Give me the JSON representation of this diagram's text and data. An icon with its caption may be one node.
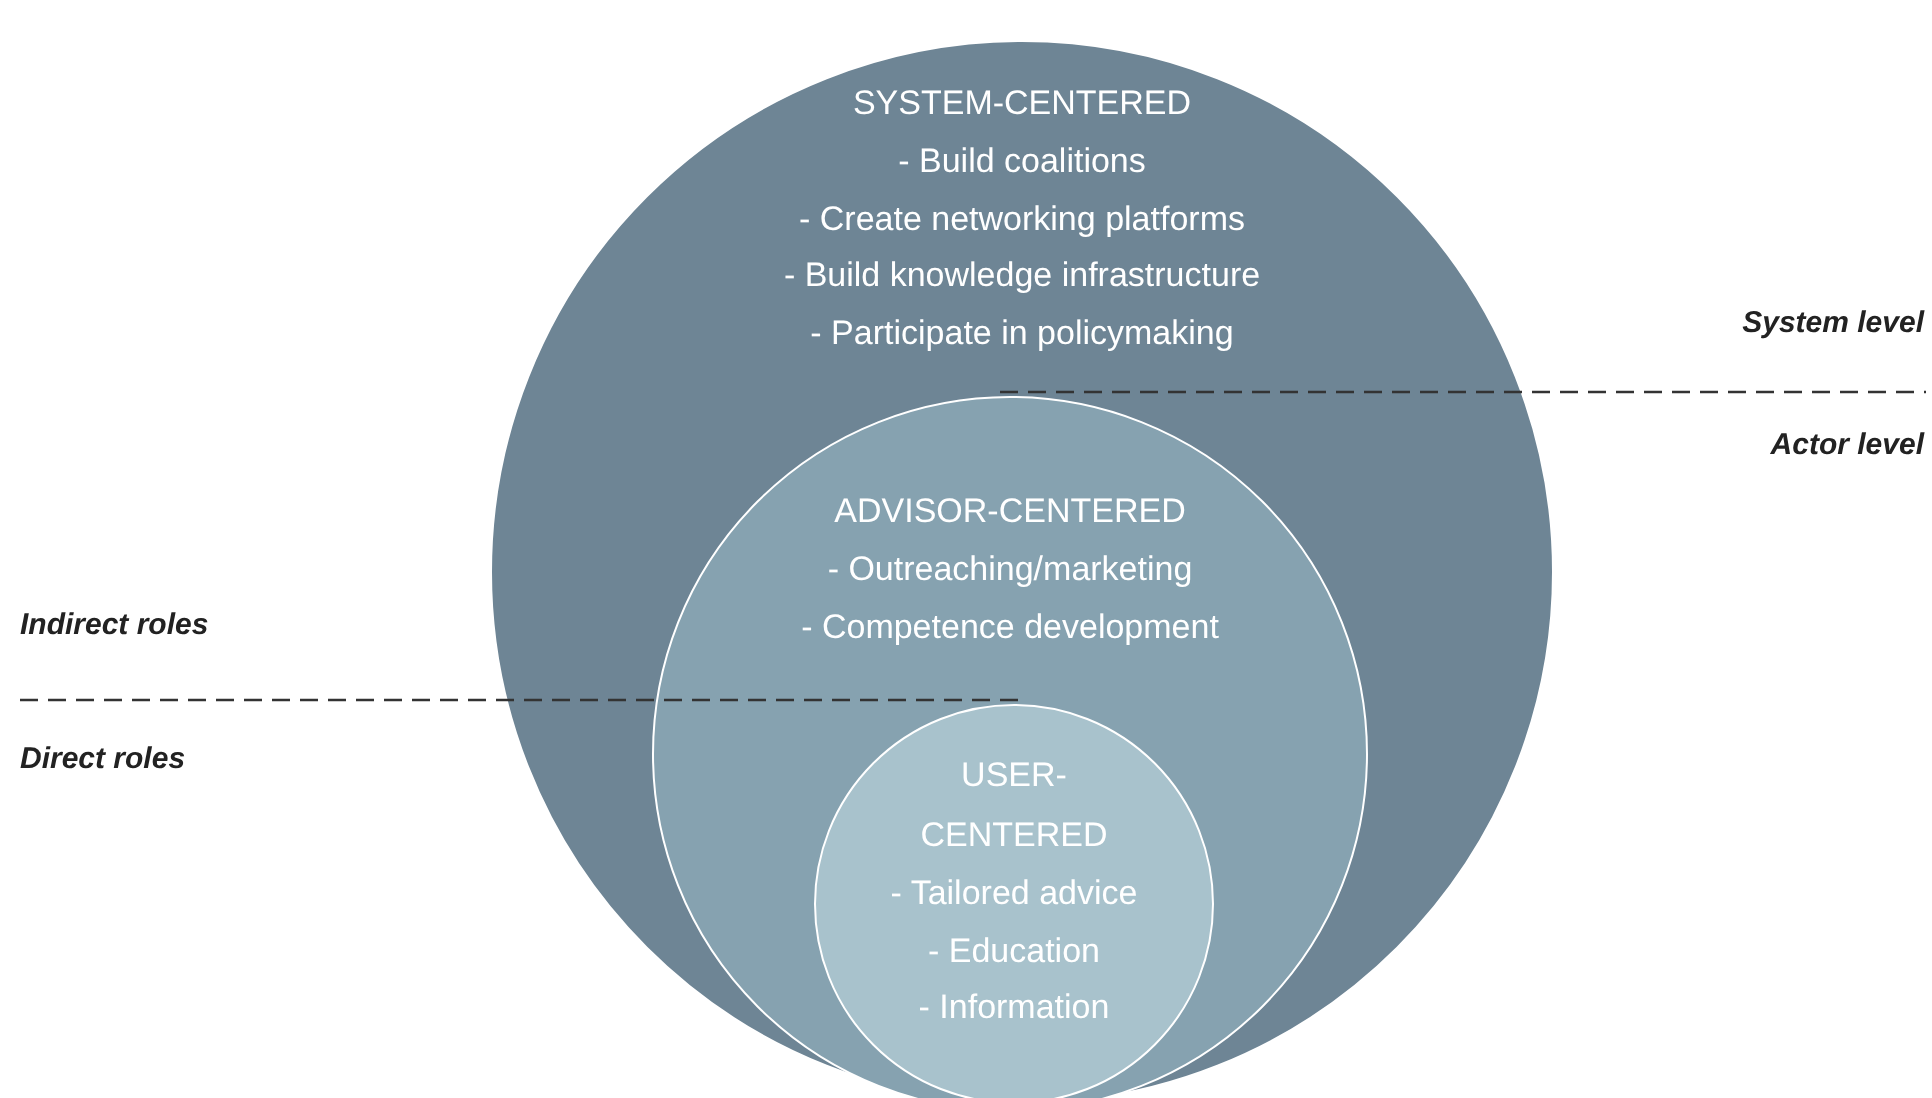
{
  "diagram": {
    "nodes": [
      {
        "text": [
          "SYSTEM-CENTERED",
          "- Build coalitions",
          "- Create networking platforms",
          "- Build knowledge infrastructure",
          "- Participate in policymaking"
        ]
      },
      {
        "text": [
          "ADVISOR-CENTERED",
          "- Outreaching/marketing",
          "- Competence development"
        ],
        "in": 0
      },
      {
        "text": [
          "USER-CENTERED",
          "- Tailored advice",
          "- Education",
          "- Information"
        ],
        "in": 1
      }
    ],
    "labels": [
      "System level",
      "Actor level",
      "Indirect roles",
      "Direct roles"
    ]
  }
}
